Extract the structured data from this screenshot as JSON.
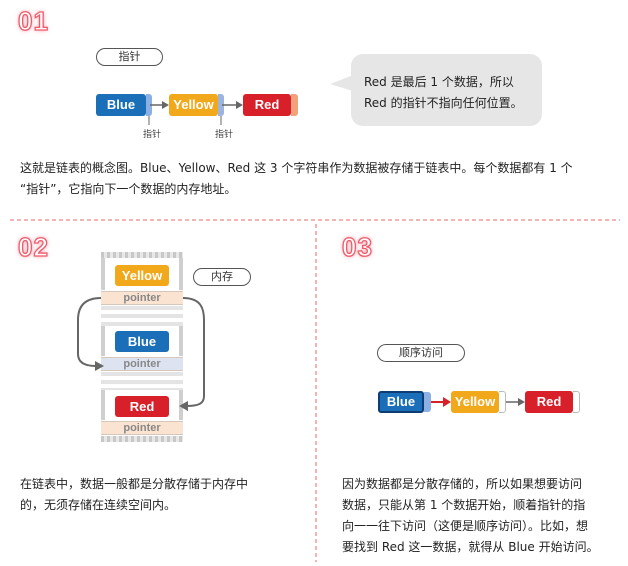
{
  "section1": {
    "number": "01",
    "tag": "指针",
    "box_blue": "Blue",
    "box_yellow": "Yellow",
    "box_red": "Red",
    "ptr_label_1": "指针",
    "ptr_label_2": "指针",
    "bubble_line1": "Red 是最后 1 个数据，所以",
    "bubble_line2": "Red 的指针不指向任何位置。",
    "para_line1": "这就是链表的概念图。Blue、Yellow、Red 这 3 个字符串作为数据被存储于链表中。每个数据都有 1 个",
    "para_line2": "“指针”，它指向下一个数据的内存地址。"
  },
  "section2": {
    "number": "02",
    "tag": "内存",
    "cell_yellow": "Yellow",
    "cell_blue": "Blue",
    "cell_red": "Red",
    "pointer_1": "pointer",
    "pointer_2": "pointer",
    "pointer_3": "pointer",
    "para_line1": "在链表中，数据一般都是分散存储于内存中",
    "para_line2": "的，无须存储在连续空间内。"
  },
  "section3": {
    "number": "03",
    "tag": "顺序访问",
    "box_blue": "Blue",
    "box_yellow": "Yellow",
    "box_red": "Red",
    "para_line1": "因为数据都是分散存储的，所以如果想要访问",
    "para_line2": "数据，只能从第 1 个数据开始，顺着指针的指",
    "para_line3": "向一一往下访问（这便是顺序访问）。比如，想",
    "para_line4": "要找到 Red 这一数据，就得从 Blue 开始访问。"
  },
  "colors": {
    "accent_pink": "#ee5b6b",
    "blue": "#1a6fb8",
    "yellow": "#f2a81b",
    "red": "#d7202a",
    "divider": "#e86a6a"
  },
  "icons": {
    "arrow": "arrow-right-icon",
    "loop_arrow": "curved-arrow-icon"
  }
}
